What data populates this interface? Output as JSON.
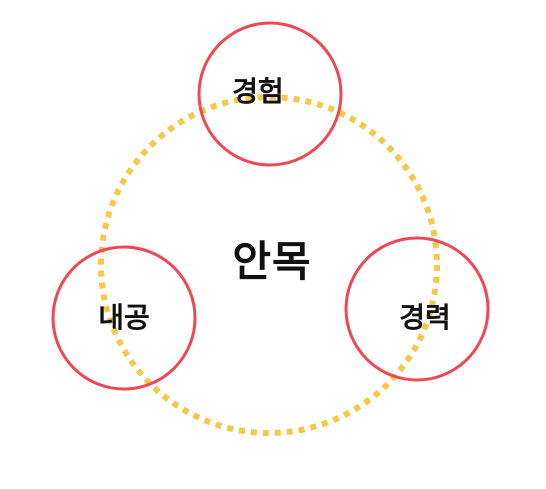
{
  "center_label": "안목",
  "nodes": [
    {
      "label": "경험"
    },
    {
      "label": "내공"
    },
    {
      "label": "경력"
    }
  ],
  "colors": {
    "ring": "#f5c84c",
    "node_stroke": "#ef4754",
    "text": "#111111",
    "background": "#ffffff"
  }
}
